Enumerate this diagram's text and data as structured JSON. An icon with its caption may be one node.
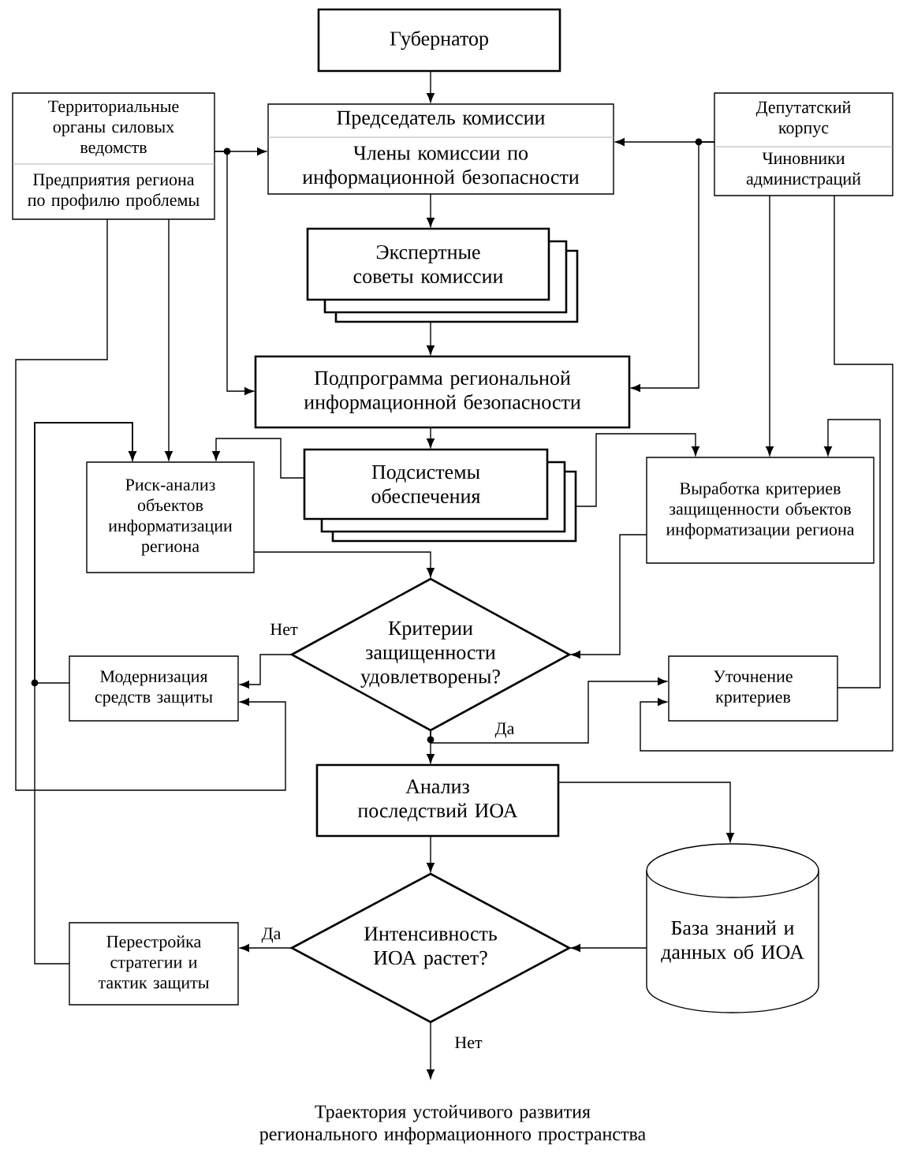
{
  "diagram": {
    "nodes": [
      {
        "text": [
          "Губернатор"
        ]
      },
      {
        "text": [
          "Председатель комиссии",
          "Члены комиссии по информационной безопасности"
        ]
      },
      {
        "text": [
          "Территориальные органы силовых ведомств",
          "Предприятия региона по профилю проблемы"
        ]
      },
      {
        "text": [
          "Депутатский корпус",
          "Чиновники администраций"
        ]
      },
      {
        "text": [
          "Экспертные советы комиссии"
        ]
      },
      {
        "text": [
          "Подпрограмма региональной информационной безопасности"
        ]
      },
      {
        "text": [
          "Риск-анализ объектов информатизации региона"
        ]
      },
      {
        "text": [
          "Подсистемы обеспечения"
        ]
      },
      {
        "text": [
          "Выработка критериев защищенности объектов информатизации региона"
        ]
      },
      {
        "text": [
          "Критерии защищенности удовлетворены?"
        ]
      },
      {
        "text": [
          "Модернизация средств защиты"
        ]
      },
      {
        "text": [
          "Уточнение критериев"
        ]
      },
      {
        "text": [
          "Анализ последствий ИОА"
        ]
      },
      {
        "text": [
          "Интенсивность ИОА растет?"
        ]
      },
      {
        "text": [
          "Перестройка стратегии и тактик защиты"
        ]
      },
      {
        "text": [
          "База знаний и данных об ИОА"
        ]
      },
      {
        "text": [
          "Траектория устойчивого развития регионального информационного пространства"
        ]
      }
    ],
    "edges": [
      {
        "from": 0,
        "to": 1,
        "arrow": "to"
      },
      {
        "from": 2,
        "to": 1,
        "arrow": "to"
      },
      {
        "from": 2,
        "to": 5,
        "arrow": "to"
      },
      {
        "from": 3,
        "to": 1,
        "arrow": "to"
      },
      {
        "from": 3,
        "to": 5,
        "arrow": "to"
      },
      {
        "from": 1,
        "to": 4,
        "arrow": "to"
      },
      {
        "from": 4,
        "to": 5,
        "arrow": "to"
      },
      {
        "from": 5,
        "to": 7,
        "arrow": "to"
      },
      {
        "from": 2,
        "to": 6,
        "arrow": "to"
      },
      {
        "from": 2,
        "to": 10,
        "arrow": "to"
      },
      {
        "from": 7,
        "to": 6,
        "arrow": "to"
      },
      {
        "from": 7,
        "to": 8,
        "arrow": "to"
      },
      {
        "from": 3,
        "to": 8,
        "arrow": "to"
      },
      {
        "from": 3,
        "to": 11,
        "arrow": "to"
      },
      {
        "from": 11,
        "to": 8,
        "arrow": "to"
      },
      {
        "from": 14,
        "to": 6,
        "arrow": "to"
      },
      {
        "from": 10,
        "to": 6,
        "arrow": "to"
      },
      {
        "from": 6,
        "to": 9,
        "arrow": "to"
      },
      {
        "from": 8,
        "to": 9,
        "arrow": "to"
      },
      {
        "from": 9,
        "to": 10,
        "arrow": "to",
        "label": "Нет"
      },
      {
        "from": 9,
        "to": 11,
        "arrow": "to",
        "label": "Да"
      },
      {
        "from": 9,
        "to": 12,
        "arrow": "to"
      },
      {
        "from": 12,
        "to": 15,
        "arrow": "to"
      },
      {
        "from": 12,
        "to": 13,
        "arrow": "to"
      },
      {
        "from": 15,
        "to": 13,
        "arrow": "to"
      },
      {
        "from": 13,
        "to": 14,
        "arrow": "to",
        "label": "Да"
      },
      {
        "from": 13,
        "to": 16,
        "arrow": "to",
        "label": "Нет"
      }
    ]
  }
}
